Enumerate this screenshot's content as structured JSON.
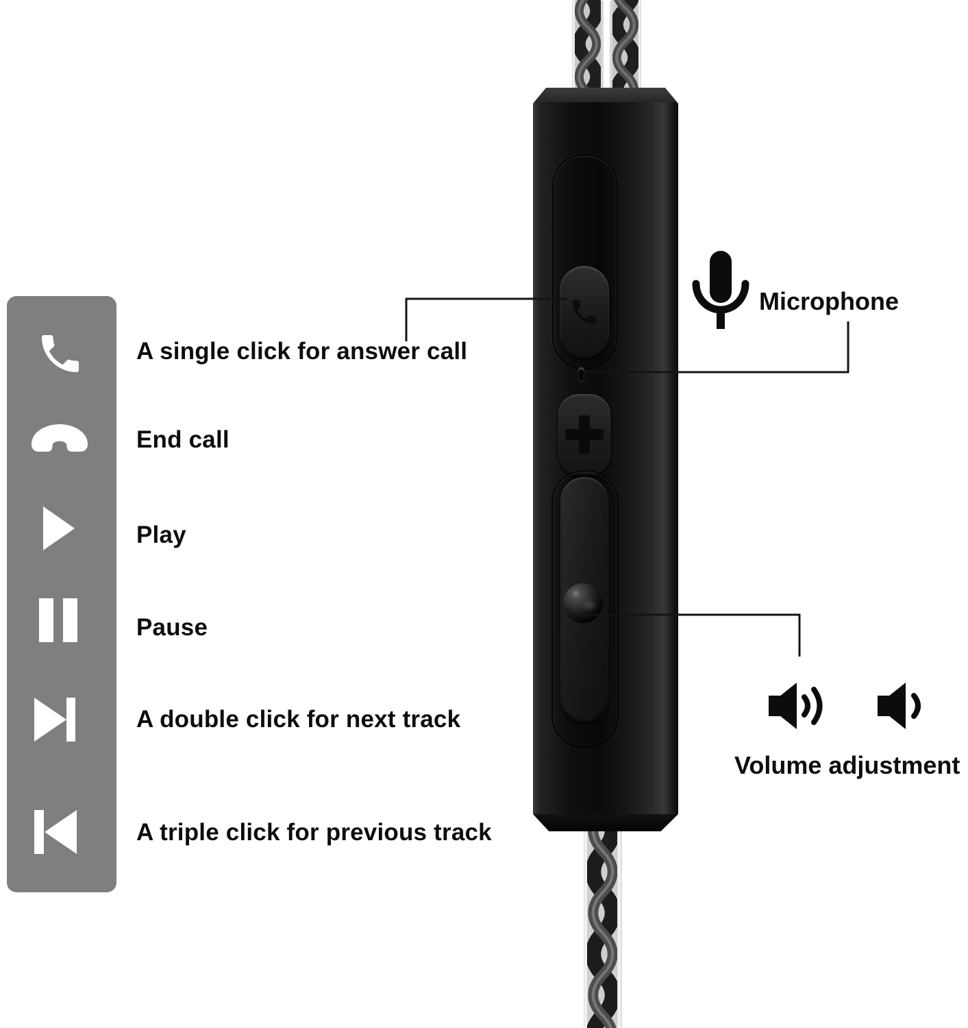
{
  "figure": {
    "type": "earphone-inline-remote-instructions",
    "background_color": "#ffffff"
  },
  "legend": {
    "panel_color": "#7f7f7f",
    "icon_color": "#ffffff",
    "text_color": "#0d0d0d",
    "items": [
      {
        "icon": "answer-call-icon",
        "label": "A single click for answer call"
      },
      {
        "icon": "end-call-icon",
        "label": "End call"
      },
      {
        "icon": "play-icon",
        "label": "Play"
      },
      {
        "icon": "pause-icon",
        "label": "Pause"
      },
      {
        "icon": "next-track-icon",
        "label": "A double click for next track"
      },
      {
        "icon": "previous-track-icon",
        "label": "A triple click for previous track"
      }
    ]
  },
  "annotations": {
    "microphone": {
      "icon": "microphone-icon",
      "label": "Microphone"
    },
    "volume": {
      "icons": [
        "volume-up-icon",
        "volume-down-icon"
      ],
      "label": "Volume adjustment"
    }
  },
  "device": {
    "name": "inline-remote-control",
    "body_color": "#141414",
    "parts": [
      {
        "name": "answer-call-button",
        "glyph": "phone-handset"
      },
      {
        "name": "microphone-hole"
      },
      {
        "name": "volume-up-button",
        "glyph": "plus"
      },
      {
        "name": "multifunction-button"
      },
      {
        "name": "round-knob"
      },
      {
        "name": "twisted-cable-top"
      },
      {
        "name": "twisted-cable-bottom"
      }
    ]
  },
  "callout_color": "#141414"
}
